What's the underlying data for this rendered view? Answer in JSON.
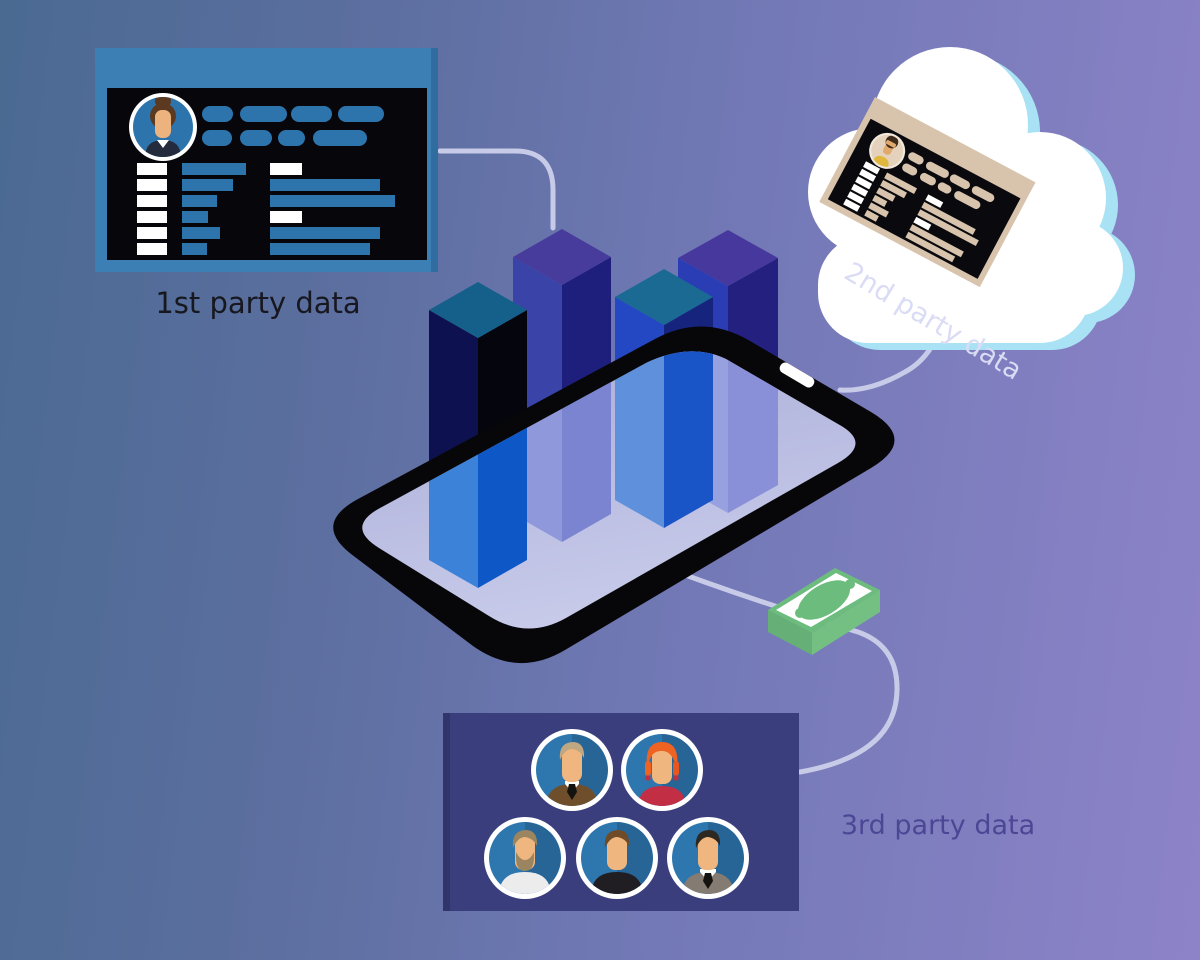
{
  "title": "Types of customer data infographic",
  "labels": {
    "first_party": "1st party data",
    "second_party": "2nd party data",
    "third_party": "3rd party data"
  },
  "icons": [
    "profile-card-icon",
    "cloud-icon",
    "smartphone-icon",
    "bar-chart-icon",
    "money-stack-icon",
    "people-group-icon"
  ],
  "palette": {
    "background_left": "#4a6a92",
    "background_right": "#8d83c9",
    "card1_frame": "#3b7fb4",
    "card1_accent": "#2e74ac",
    "card2_frame": "#d8c3ad",
    "cloud_white": "#ffffff",
    "cloud_shadow": "#a9e2f4",
    "phone_black": "#070709",
    "phone_screen": "#b8bce0",
    "money_green": "#6cbd7d",
    "people_panel": "#3a3e7d",
    "connector": "#c7cbe8",
    "label_dark": "#17171f",
    "label_light": "#d9dcf4",
    "label_purple": "#4c4795"
  }
}
